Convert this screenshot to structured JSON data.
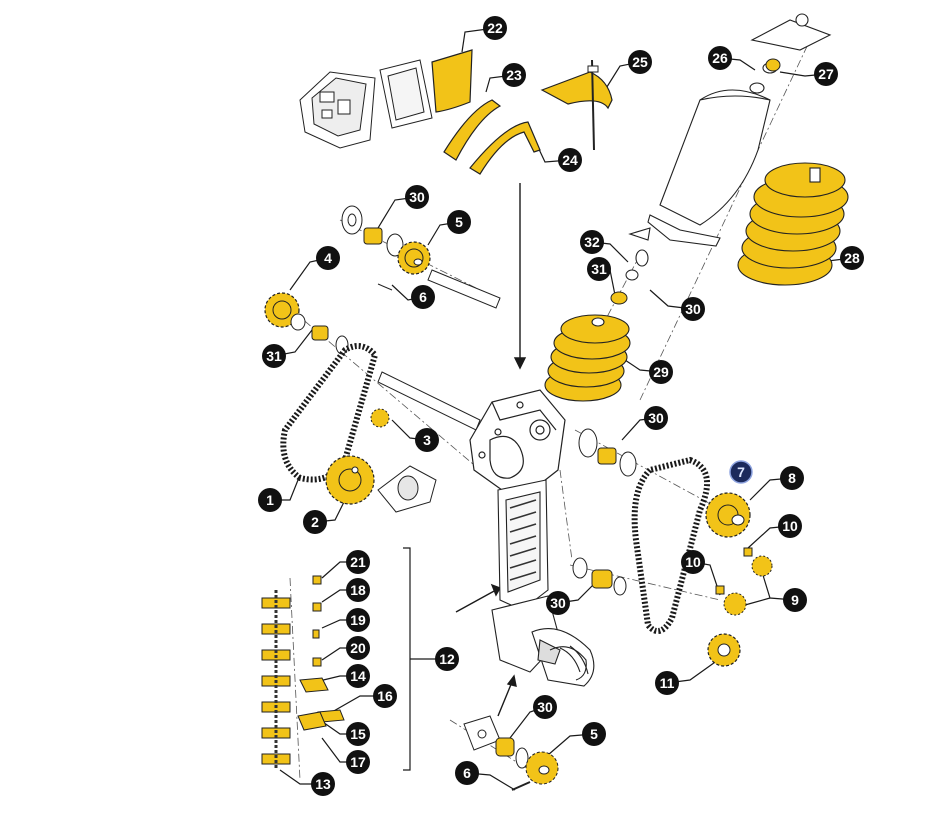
{
  "callouts": [
    {
      "id": "c22",
      "label": "22"
    },
    {
      "id": "c23",
      "label": "23"
    },
    {
      "id": "c24",
      "label": "24"
    },
    {
      "id": "c25",
      "label": "25"
    },
    {
      "id": "c26",
      "label": "26"
    },
    {
      "id": "c27",
      "label": "27"
    },
    {
      "id": "c28",
      "label": "28"
    },
    {
      "id": "c30a",
      "label": "30"
    },
    {
      "id": "c5a",
      "label": "5"
    },
    {
      "id": "c4",
      "label": "4"
    },
    {
      "id": "c6a",
      "label": "6"
    },
    {
      "id": "c31a",
      "label": "31"
    },
    {
      "id": "c32",
      "label": "32"
    },
    {
      "id": "c31b",
      "label": "31"
    },
    {
      "id": "c30b",
      "label": "30"
    },
    {
      "id": "c29",
      "label": "29"
    },
    {
      "id": "c3",
      "label": "3"
    },
    {
      "id": "c30c",
      "label": "30"
    },
    {
      "id": "c7",
      "label": "7",
      "selected": true
    },
    {
      "id": "c8",
      "label": "8"
    },
    {
      "id": "c1",
      "label": "1"
    },
    {
      "id": "c2",
      "label": "2"
    },
    {
      "id": "c10a",
      "label": "10"
    },
    {
      "id": "c10b",
      "label": "10"
    },
    {
      "id": "c9",
      "label": "9"
    },
    {
      "id": "c21",
      "label": "21"
    },
    {
      "id": "c18",
      "label": "18"
    },
    {
      "id": "c19",
      "label": "19"
    },
    {
      "id": "c20",
      "label": "20"
    },
    {
      "id": "c14",
      "label": "14"
    },
    {
      "id": "c12",
      "label": "12"
    },
    {
      "id": "c16",
      "label": "16"
    },
    {
      "id": "c15",
      "label": "15"
    },
    {
      "id": "c17",
      "label": "17"
    },
    {
      "id": "c13",
      "label": "13"
    },
    {
      "id": "c30d",
      "label": "30"
    },
    {
      "id": "c11",
      "label": "11"
    },
    {
      "id": "c30e",
      "label": "30"
    },
    {
      "id": "c5b",
      "label": "5"
    },
    {
      "id": "c6b",
      "label": "6"
    }
  ],
  "colors": {
    "part_fill": "#f2c318",
    "outline": "#1a1a1a",
    "callout_fill": "#111111",
    "callout_selected_fill": "#1c2a5c"
  }
}
